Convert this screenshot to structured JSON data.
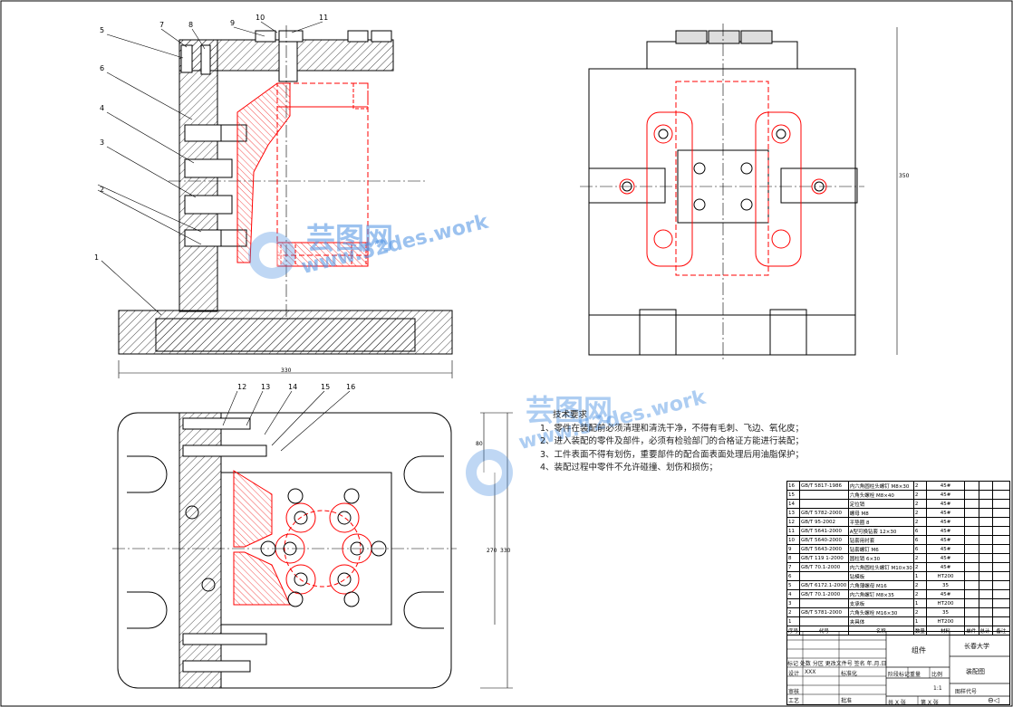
{
  "callouts": [
    "5",
    "6",
    "4",
    "3",
    "2",
    "1",
    "7",
    "8",
    "9",
    "10",
    "11",
    "12",
    "13",
    "14",
    "15",
    "16"
  ],
  "dims": {
    "front_width": "330",
    "side_height": "350",
    "top_a": "80",
    "top_b": "270",
    "top_c": "330"
  },
  "tech_requirements": {
    "heading": "技术要求",
    "items": [
      "1、零件在装配前必须清理和清洗干净，不得有毛刺、飞边、氧化皮；",
      "2、进入装配的零件及部件，必须有检验部门的合格证方能进行装配；",
      "3、工件表面不得有划伤，重要部件的配合面表面处理后用油脂保护；",
      "4、装配过程中零件不允许碰撞、划伤和损伤；"
    ]
  },
  "watermark": {
    "brand": "芸图网",
    "url": "www.52des.work"
  },
  "bom": {
    "rows": [
      {
        "no": "16",
        "code": "GB/T 5817-1986",
        "name": "内六角圆柱头螺钉 M8×30",
        "qty": "2",
        "mat": "45#"
      },
      {
        "no": "15",
        "code": "",
        "name": "六角头螺栓 M8×40",
        "qty": "2",
        "mat": "45#"
      },
      {
        "no": "14",
        "code": "",
        "name": "定位销",
        "qty": "2",
        "mat": "45#"
      },
      {
        "no": "13",
        "code": "GB/T 5782-2000",
        "name": "螺母 M8",
        "qty": "2",
        "mat": "45#"
      },
      {
        "no": "12",
        "code": "GB/T 95-2002",
        "name": "平垫圈 8",
        "qty": "2",
        "mat": "45#"
      },
      {
        "no": "11",
        "code": "GB/T 5641-2000",
        "name": "A型可换钻套 12×30",
        "qty": "6",
        "mat": "45#"
      },
      {
        "no": "10",
        "code": "GB/T 5640-2000",
        "name": "钻套用衬套",
        "qty": "6",
        "mat": "45#"
      },
      {
        "no": "9",
        "code": "GB/T 5643-2000",
        "name": "钻套螺钉 M6",
        "qty": "6",
        "mat": "45#"
      },
      {
        "no": "8",
        "code": "GB/T 119 1-2000",
        "name": "圆柱销 6×30",
        "qty": "2",
        "mat": "45#"
      },
      {
        "no": "7",
        "code": "GB/T 70.1-2000",
        "name": "内六角圆柱头螺钉 M10×30",
        "qty": "2",
        "mat": "45#"
      },
      {
        "no": "6",
        "code": "",
        "name": "钻模板",
        "qty": "1",
        "mat": "HT200"
      },
      {
        "no": "5",
        "code": "GB/T 6172.1-2000",
        "name": "六角薄螺母 M16",
        "qty": "2",
        "mat": "35"
      },
      {
        "no": "4",
        "code": "GB/T 70.1-2000",
        "name": "内六角螺钉 M8×35",
        "qty": "2",
        "mat": "45#"
      },
      {
        "no": "3",
        "code": "",
        "name": "支承板",
        "qty": "1",
        "mat": "HT200"
      },
      {
        "no": "2",
        "code": "GB/T 5781-2000",
        "name": "六角头螺栓 M16×30",
        "qty": "2",
        "mat": "35"
      },
      {
        "no": "1",
        "code": "",
        "name": "夹具体",
        "qty": "1",
        "mat": "HT200"
      }
    ],
    "header": {
      "no": "序号",
      "code": "代号",
      "name": "名称",
      "qty": "数量",
      "mat": "材料",
      "single": "单件",
      "total": "总计",
      "weight": "重量",
      "note": "备注"
    }
  },
  "title_block": {
    "part": "组件",
    "school": "长春大学",
    "drawing": "装配图",
    "scale": "1:1",
    "mark_label": "阶段标记",
    "weight_label": "重量",
    "ratio_label": "比例",
    "design": "设计",
    "design_name": "XXX",
    "std": "标准化",
    "check": "审核",
    "process": "工艺",
    "approve": "批准",
    "sheets": "共 X 张",
    "sheet": "第 X 张",
    "drawing_no": "图样代号",
    "rev_row": "标记 处数 分区 更改文件号 签名 年.月.日"
  },
  "colors": {
    "line": "#000000",
    "part": "#ff0000",
    "hatch": "#000000",
    "wm": "#4a90e2"
  }
}
